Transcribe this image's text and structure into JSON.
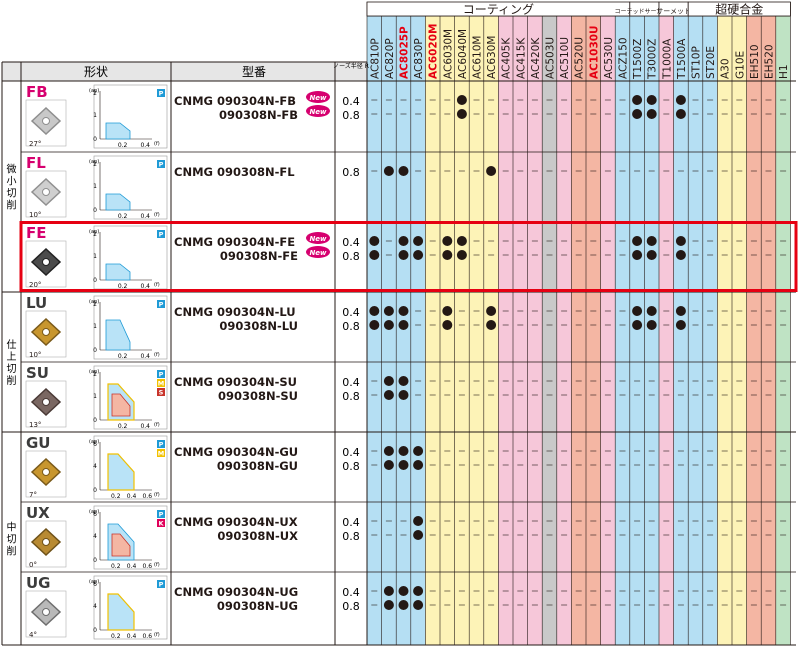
{
  "headers": {
    "shape": "形状",
    "model": "型番",
    "nose_r": "ノーズ半径 R",
    "coating": "コーティング",
    "cermet_coat": "コーテッドサーメット",
    "cermet": "サーメット",
    "carbide": "超硬合金"
  },
  "grades": [
    {
      "name": "AC810P",
      "bg": "#b5dff3",
      "red": false
    },
    {
      "name": "AC820P",
      "bg": "#b5dff3",
      "red": false
    },
    {
      "name": "AC8025P",
      "bg": "#b5dff3",
      "red": true
    },
    {
      "name": "AC830P",
      "bg": "#b5dff3",
      "red": false
    },
    {
      "name": "AC6020M",
      "bg": "#fdf3b7",
      "red": true
    },
    {
      "name": "AC6030M",
      "bg": "#fdf3b7",
      "red": false
    },
    {
      "name": "AC6040M",
      "bg": "#fdf3b7",
      "red": false
    },
    {
      "name": "AC610M",
      "bg": "#fdf3b7",
      "red": false
    },
    {
      "name": "AC630M",
      "bg": "#fdf3b7",
      "red": false
    },
    {
      "name": "AC405K",
      "bg": "#f6c7d9",
      "red": false
    },
    {
      "name": "AC415K",
      "bg": "#f6c7d9",
      "red": false
    },
    {
      "name": "AC420K",
      "bg": "#f6c7d9",
      "red": false
    },
    {
      "name": "AC503U",
      "bg": "#c9c9c9",
      "red": false
    },
    {
      "name": "AC510U",
      "bg": "#f6c7d9",
      "red": false
    },
    {
      "name": "AC520U",
      "bg": "#f4b6a3",
      "red": false
    },
    {
      "name": "AC1030U",
      "bg": "#f4b6a3",
      "red": true
    },
    {
      "name": "AC530U",
      "bg": "#f6c7d9",
      "red": false
    },
    {
      "name": "ACZ150",
      "bg": "#b5dff3",
      "red": false
    },
    {
      "name": "T1500Z",
      "bg": "#b5dff3",
      "red": false
    },
    {
      "name": "T3000Z",
      "bg": "#b5dff3",
      "red": false
    },
    {
      "name": "T1000A",
      "bg": "#f6c7d9",
      "red": false
    },
    {
      "name": "T1500A",
      "bg": "#b5dff3",
      "red": false
    },
    {
      "name": "ST10P",
      "bg": "#b5dff3",
      "red": false
    },
    {
      "name": "ST20E",
      "bg": "#b5dff3",
      "red": false
    },
    {
      "name": "A30",
      "bg": "#fdf3b7",
      "red": false
    },
    {
      "name": "G10E",
      "bg": "#fdf3b7",
      "red": false
    },
    {
      "name": "EH510",
      "bg": "#f4b6a3",
      "red": false
    },
    {
      "name": "EH520",
      "bg": "#f4b6a3",
      "red": false
    },
    {
      "name": "H1",
      "bg": "#bfe3c4",
      "red": false
    }
  ],
  "groups": [
    {
      "label": "微小切削",
      "rows": [
        0,
        1,
        2
      ]
    },
    {
      "label": "仕上切削",
      "rows": [
        3,
        4
      ]
    },
    {
      "label": "中切削",
      "rows": [
        5,
        6,
        7
      ]
    }
  ],
  "chart_axis": {
    "ylab": "(ap)",
    "xlab": "(f)"
  },
  "rows": [
    {
      "chip": "FB",
      "angle": "27°",
      "ymax": "2",
      "ymid": "1",
      "xt": [
        "0.2",
        "0.4"
      ],
      "icons": [
        "P"
      ],
      "model1": "CNMG 090304N-FB",
      "model2": "090308N-FB",
      "new": true,
      "r": [
        "0.4",
        "0.8"
      ],
      "dots": [
        [],
        []
      ]
    },
    {
      "chip": "FL",
      "angle": "10°",
      "ymax": "2",
      "ymid": "1",
      "xt": [
        "0.2",
        "0.4"
      ],
      "icons": [
        "P"
      ],
      "model1": "CNMG 090308N-FL",
      "model2": "",
      "new": false,
      "r": [
        "0.8",
        ""
      ],
      "dots": [
        [],
        []
      ]
    },
    {
      "chip": "FE",
      "angle": "20°",
      "ymax": "2",
      "ymid": "1",
      "xt": [
        "0.2",
        "0.4"
      ],
      "icons": [
        "P"
      ],
      "model1": "CNMG 090304N-FE",
      "model2": "090308N-FE",
      "new": true,
      "r": [
        "0.4",
        "0.8"
      ],
      "dots": [
        [],
        []
      ]
    },
    {
      "chip": "LU",
      "angle": "10°",
      "ymax": "2",
      "ymid": "1",
      "xt": [
        "0.2",
        "0.4"
      ],
      "icons": [
        "P"
      ],
      "model1": "CNMG 090304N-LU",
      "model2": "090308N-LU",
      "new": false,
      "r": [
        "0.4",
        "0.8"
      ],
      "dots": [
        [],
        []
      ]
    },
    {
      "chip": "SU",
      "angle": "13°",
      "ymax": "2",
      "ymid": "1",
      "xt": [
        "0.2",
        "0.4"
      ],
      "icons": [
        "P",
        "M",
        "S"
      ],
      "model1": "CNMG 090304N-SU",
      "model2": "090308N-SU",
      "new": false,
      "r": [
        "0.4",
        "0.8"
      ],
      "dots": [
        [],
        []
      ]
    },
    {
      "chip": "GU",
      "angle": "7°",
      "ymax": "6",
      "ymid": "4",
      "xt": [
        "0.2",
        "0.4",
        "0.6"
      ],
      "icons": [
        "P",
        "M"
      ],
      "model1": "CNMG 090304N-GU",
      "model2": "090308N-GU",
      "new": false,
      "r": [
        "0.4",
        "0.8"
      ],
      "dots": [
        [],
        []
      ]
    },
    {
      "chip": "UX",
      "angle": "0°",
      "ymax": "6",
      "ymid": "4",
      "xt": [
        "0.2",
        "0.4",
        "0.6"
      ],
      "icons": [
        "P",
        "K"
      ],
      "model1": "CNMG 090304N-UX",
      "model2": "090308N-UX",
      "new": false,
      "r": [
        "0.4",
        "0.8"
      ],
      "dots": [
        [],
        []
      ]
    },
    {
      "chip": "UG",
      "angle": "4°",
      "ymax": "6",
      "ymid": "4",
      "xt": [
        "0.2",
        "0.4",
        "0.6"
      ],
      "icons": [
        "P"
      ],
      "model1": "CNMG 090304N-UG",
      "model2": "090308N-UG",
      "new": false,
      "r": [
        "0.4",
        "0.8"
      ],
      "dots": [
        [],
        []
      ]
    }
  ],
  "dot_map": [
    [
      [
        6,
        18,
        19,
        21
      ],
      [
        6,
        18,
        19,
        21
      ]
    ],
    [
      [
        1,
        2,
        8
      ],
      []
    ],
    [
      [
        0,
        2,
        3,
        5,
        6,
        18,
        19,
        21
      ],
      [
        0,
        2,
        3,
        5,
        6,
        18,
        19,
        21
      ]
    ],
    [
      [
        0,
        1,
        2,
        5,
        8,
        18,
        19,
        21
      ],
      [
        0,
        1,
        2,
        5,
        8,
        18,
        19,
        21
      ]
    ],
    [
      [
        1,
        2
      ],
      [
        1,
        2
      ]
    ],
    [
      [
        1,
        2,
        3
      ],
      [
        1,
        2,
        3
      ]
    ],
    [
      [
        3
      ],
      [
        3
      ]
    ],
    [
      [
        1,
        2,
        3
      ],
      [
        1,
        2,
        3
      ]
    ]
  ],
  "new_badge": "New",
  "colors": {
    "highlight": "#e60012",
    "brand_pink": "#d6006f",
    "line": "#231815"
  }
}
